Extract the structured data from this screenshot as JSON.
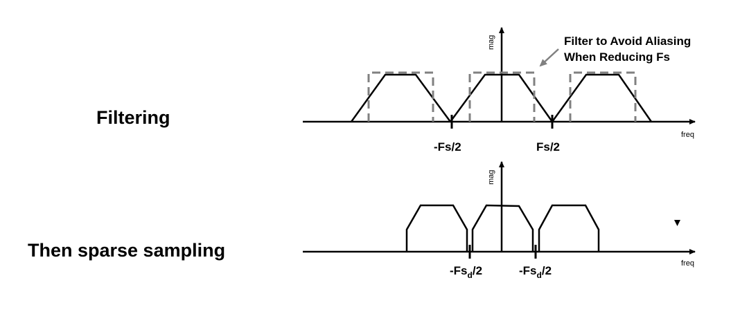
{
  "labels": {
    "filtering": "Filtering",
    "sampling": "Then sparse sampling"
  },
  "top_plot": {
    "y_axis": "mag",
    "x_axis": "freq",
    "ticks": {
      "left": "-Fs/2",
      "right": "Fs/2"
    },
    "annotation": [
      "Filter to Avoid Aliasing",
      "When Reducing Fs"
    ],
    "colors": {
      "spectrum": "#000000",
      "filter": "#808080",
      "arrow": "#808080"
    }
  },
  "bottom_plot": {
    "y_axis": "mag",
    "x_axis": "freq",
    "tick_left": {
      "prefix": "-Fs",
      "sub": "d",
      "suffix": "/2"
    },
    "tick_right": {
      "prefix": "-Fs",
      "sub": "d",
      "suffix": "/2"
    }
  },
  "marker_icon": "down-triangle-icon"
}
